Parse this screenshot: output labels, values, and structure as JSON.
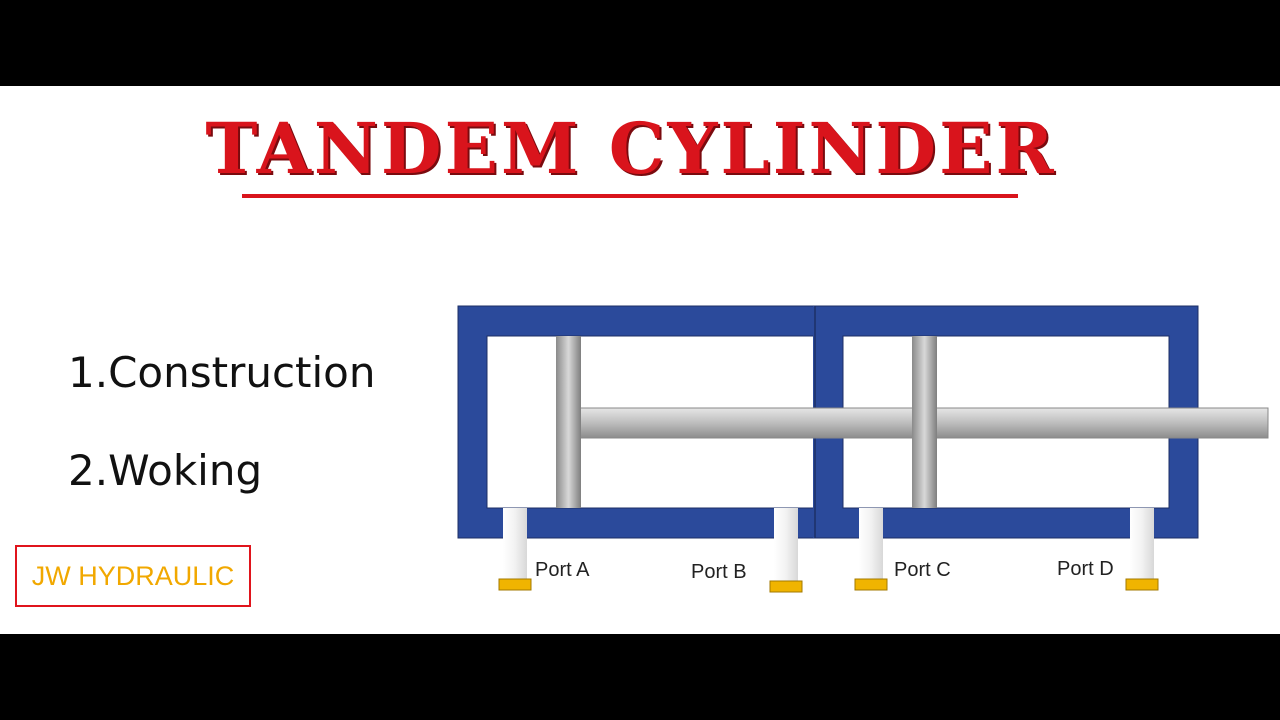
{
  "title": "TANDEM CYLINDER",
  "topics": [
    {
      "label": "1.Construction"
    },
    {
      "label": "2.Woking"
    }
  ],
  "brand": "JW HYDRAULIC",
  "ports": [
    {
      "label": "Port A"
    },
    {
      "label": "Port B"
    },
    {
      "label": "Port C"
    },
    {
      "label": "Port D"
    }
  ],
  "colors": {
    "title": "#d9141c",
    "cylinder_wall": "#2b4a9b",
    "rod": "#b8b8b8",
    "port_cap": "#f0b400",
    "brand_border": "#e0141c",
    "brand_text": "#f1a800"
  }
}
